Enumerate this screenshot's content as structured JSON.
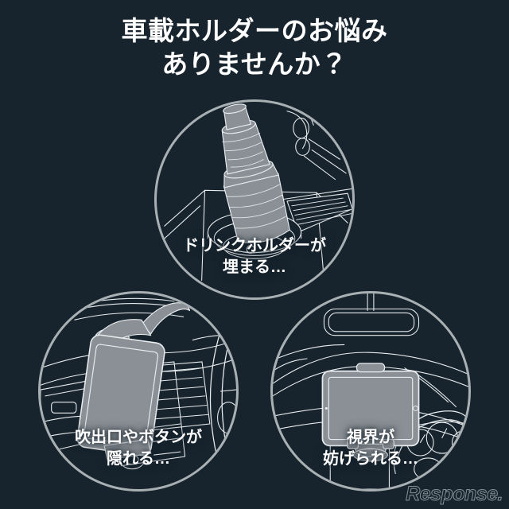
{
  "theme": {
    "background_color": "#17242e",
    "circle_stroke_color": "#a9b0b3",
    "line_art_color": "#e8ecee",
    "fill_gray": "#8a9095",
    "text_color": "#ffffff"
  },
  "header": {
    "title_line_1": "車載ホルダーのお悩み",
    "title_line_2": "ありませんか？"
  },
  "panels": [
    {
      "id": "drink-holder",
      "illustration_name": "cup-holder-mount-illustration",
      "caption_line_1": "ドリンクホルダーが",
      "caption_line_2": "埋まる…"
    },
    {
      "id": "air-vent",
      "illustration_name": "air-vent-mount-illustration",
      "caption_line_1": "吹出口やボタンが",
      "caption_line_2": "隠れる…"
    },
    {
      "id": "visibility",
      "illustration_name": "dashboard-tablet-illustration",
      "caption_line_1": "視界が",
      "caption_line_2": "妨げられる…"
    }
  ],
  "watermark": {
    "text": "Response."
  }
}
